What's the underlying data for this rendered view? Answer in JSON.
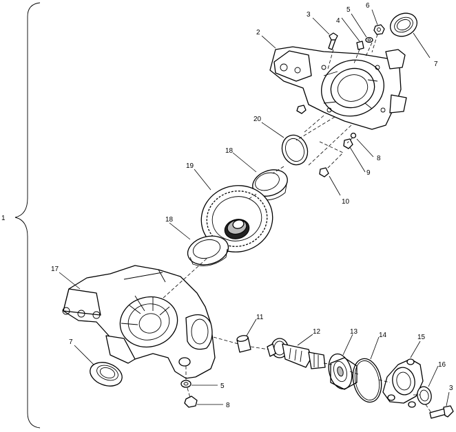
{
  "callouts": {
    "c1": "1",
    "c2": "2",
    "c3a": "3",
    "c4": "4",
    "c5a": "5",
    "c6": "6",
    "c7a": "7",
    "c8a": "8",
    "c9": "9",
    "c10": "10",
    "c20": "20",
    "c18a": "18",
    "c19": "19",
    "c18b": "18",
    "c17": "17",
    "c7b": "7",
    "c11": "11",
    "c12": "12",
    "c13": "13",
    "c14": "14",
    "c15": "15",
    "c16": "16",
    "c3b": "3",
    "c5b": "5",
    "c8b": "8"
  }
}
